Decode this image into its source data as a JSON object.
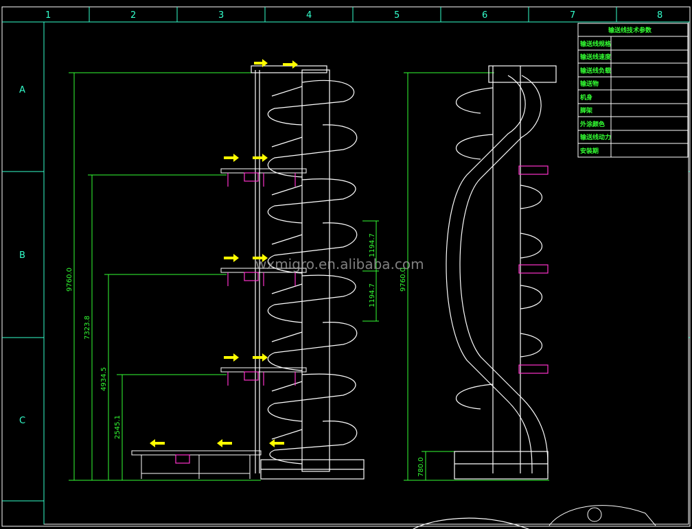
{
  "grid": {
    "columns": [
      "1",
      "2",
      "3",
      "4",
      "5",
      "6",
      "7",
      "8"
    ],
    "rows": [
      "A",
      "B",
      "C"
    ]
  },
  "dimensions": {
    "total_height_left": "9760.0",
    "level3_height": "7323.8",
    "level2_height": "4934.5",
    "level1_height": "2545.1",
    "pitch_upper": "1194.7",
    "pitch_lower": "1194.7",
    "total_height_right": "9760.0",
    "base_height": "780.0"
  },
  "title_block": {
    "header": "输送线技术参数",
    "rows": [
      "输送线规格",
      "输送线速度",
      "输送线负载",
      "输送物",
      "机身",
      "脚架",
      "外涂颜色",
      "输送线动力",
      "安装期"
    ]
  },
  "watermark": "wxmigro.en.alibaba.com",
  "colors": {
    "border": "#ffffff",
    "grid_lines": "#33ffcc",
    "dimension": "#33ff33",
    "arrows": "#ffff00",
    "accent_magenta": "#ff33cc",
    "drawing": "#ffffff"
  }
}
